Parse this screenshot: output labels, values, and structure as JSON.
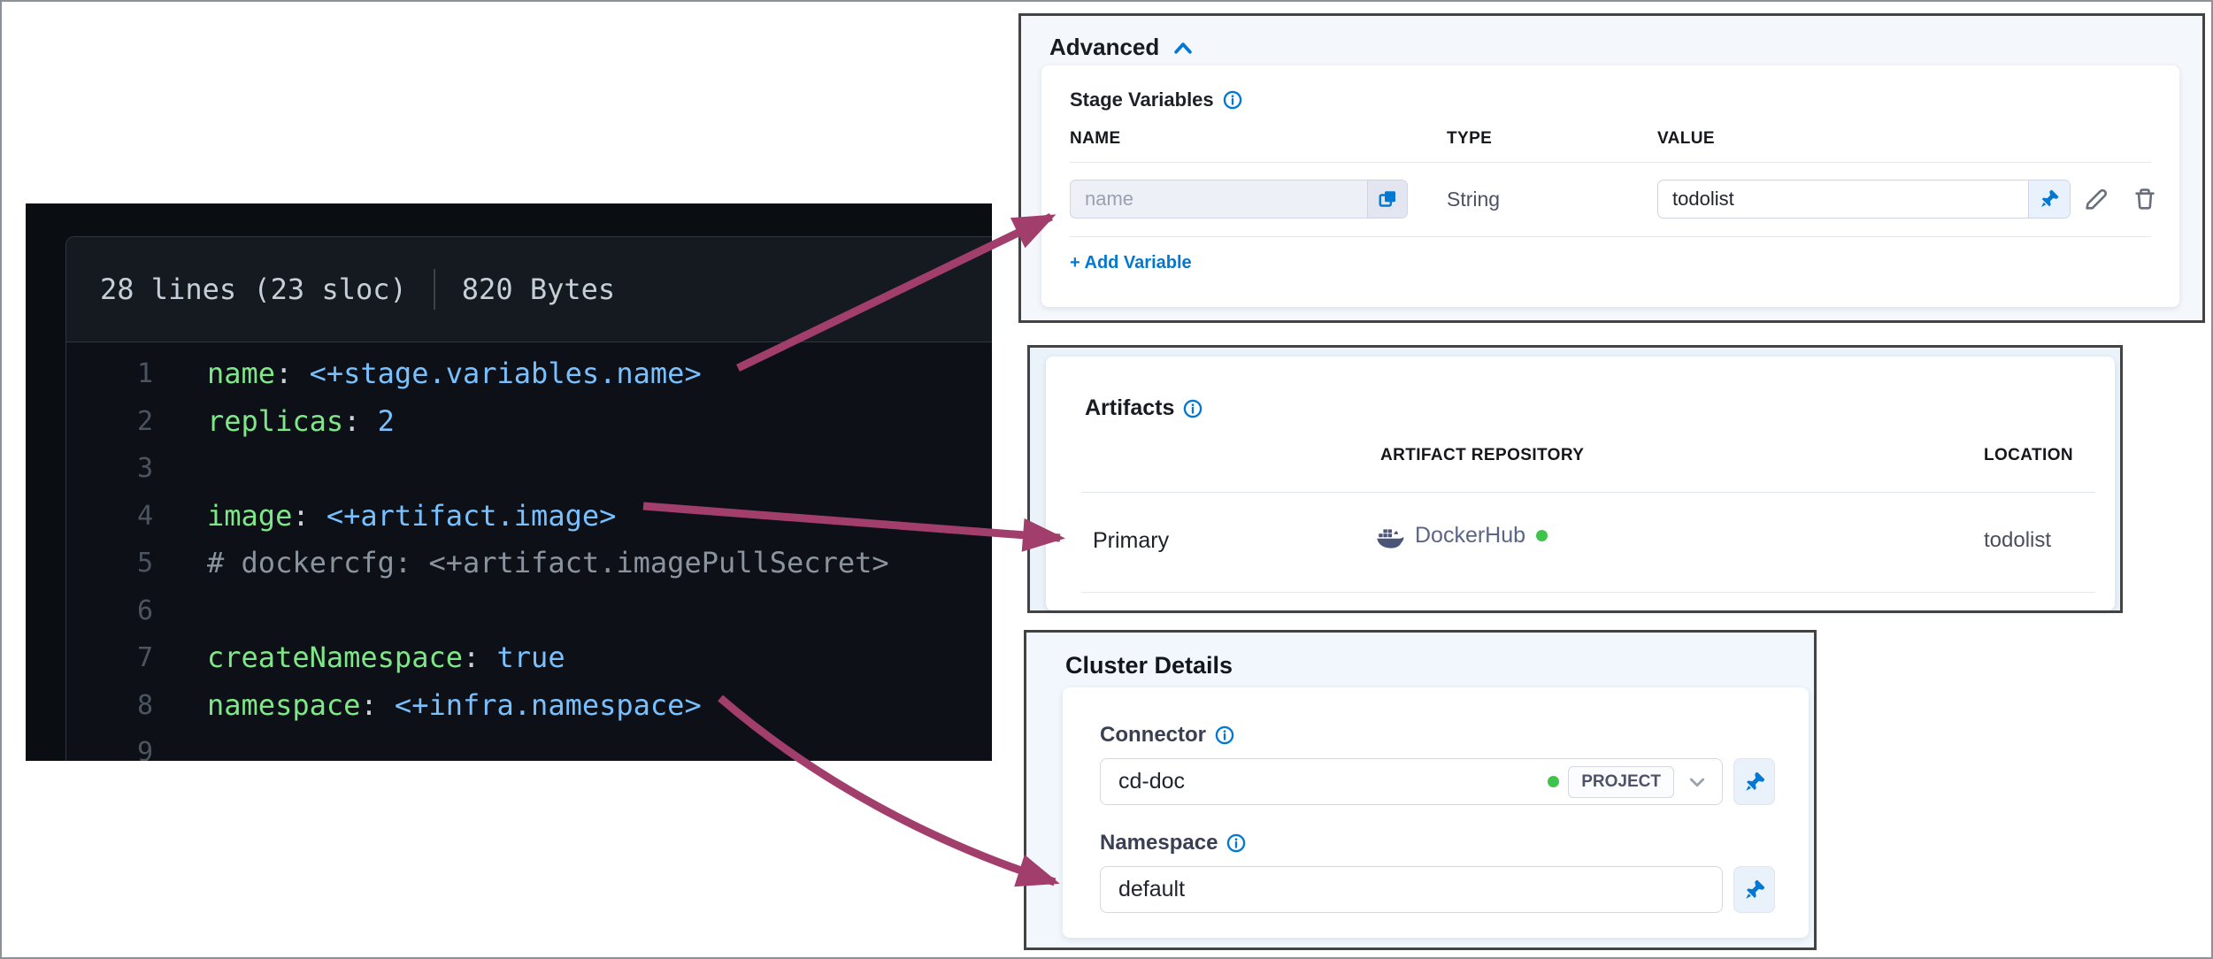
{
  "colors": {
    "accent_blue": "#0278d5",
    "arrow": "#a23e6b",
    "status_green": "#3ec34c",
    "code_key": "#7ee787",
    "code_value": "#79c0ff",
    "code_comment": "#8b949e",
    "panel_border": "#434343"
  },
  "icons": {
    "info": "info-circle-icon",
    "chevron_up": "chevron-up-icon",
    "chevron_down": "chevron-down-icon",
    "copy": "copy-icon",
    "pin": "pin-icon",
    "edit": "pencil-icon",
    "delete": "trash-icon",
    "docker": "docker-whale-icon"
  },
  "code_panel": {
    "header": {
      "left": "28 lines (23 sloc)",
      "right": "820 Bytes"
    },
    "lines": [
      {
        "num": "1",
        "tokens": [
          {
            "c": "key",
            "t": "name"
          },
          {
            "c": "punc",
            "t": ": "
          },
          {
            "c": "val",
            "t": "<+stage.variables.name>"
          }
        ]
      },
      {
        "num": "2",
        "tokens": [
          {
            "c": "key",
            "t": "replicas"
          },
          {
            "c": "punc",
            "t": ": "
          },
          {
            "c": "val",
            "t": "2"
          }
        ]
      },
      {
        "num": "3",
        "tokens": []
      },
      {
        "num": "4",
        "tokens": [
          {
            "c": "key",
            "t": "image"
          },
          {
            "c": "punc",
            "t": ": "
          },
          {
            "c": "val",
            "t": "<+artifact.image>"
          }
        ]
      },
      {
        "num": "5",
        "tokens": [
          {
            "c": "comment",
            "t": "# dockercfg: <+artifact.imagePullSecret>"
          }
        ]
      },
      {
        "num": "6",
        "tokens": []
      },
      {
        "num": "7",
        "tokens": [
          {
            "c": "key",
            "t": "createNamespace"
          },
          {
            "c": "punc",
            "t": ": "
          },
          {
            "c": "val",
            "t": "true"
          }
        ]
      },
      {
        "num": "8",
        "tokens": [
          {
            "c": "key",
            "t": "namespace"
          },
          {
            "c": "punc",
            "t": ": "
          },
          {
            "c": "val",
            "t": "<+infra.namespace>"
          }
        ]
      },
      {
        "num": "9",
        "tokens": []
      }
    ]
  },
  "advanced_panel": {
    "title": "Advanced",
    "section_title": "Stage Variables",
    "columns": [
      "NAME",
      "TYPE",
      "VALUE"
    ],
    "row": {
      "name_placeholder": "name",
      "type": "String",
      "value": "todolist"
    },
    "add_link": "+ Add Variable"
  },
  "artifacts_panel": {
    "title": "Artifacts",
    "columns": [
      "ARTIFACT REPOSITORY",
      "LOCATION"
    ],
    "row": {
      "label": "Primary",
      "repository": "DockerHub",
      "location": "todolist"
    }
  },
  "cluster_panel": {
    "title": "Cluster Details",
    "connector_label": "Connector",
    "connector_value": "cd-doc",
    "connector_scope": "PROJECT",
    "namespace_label": "Namespace",
    "namespace_value": "default"
  }
}
